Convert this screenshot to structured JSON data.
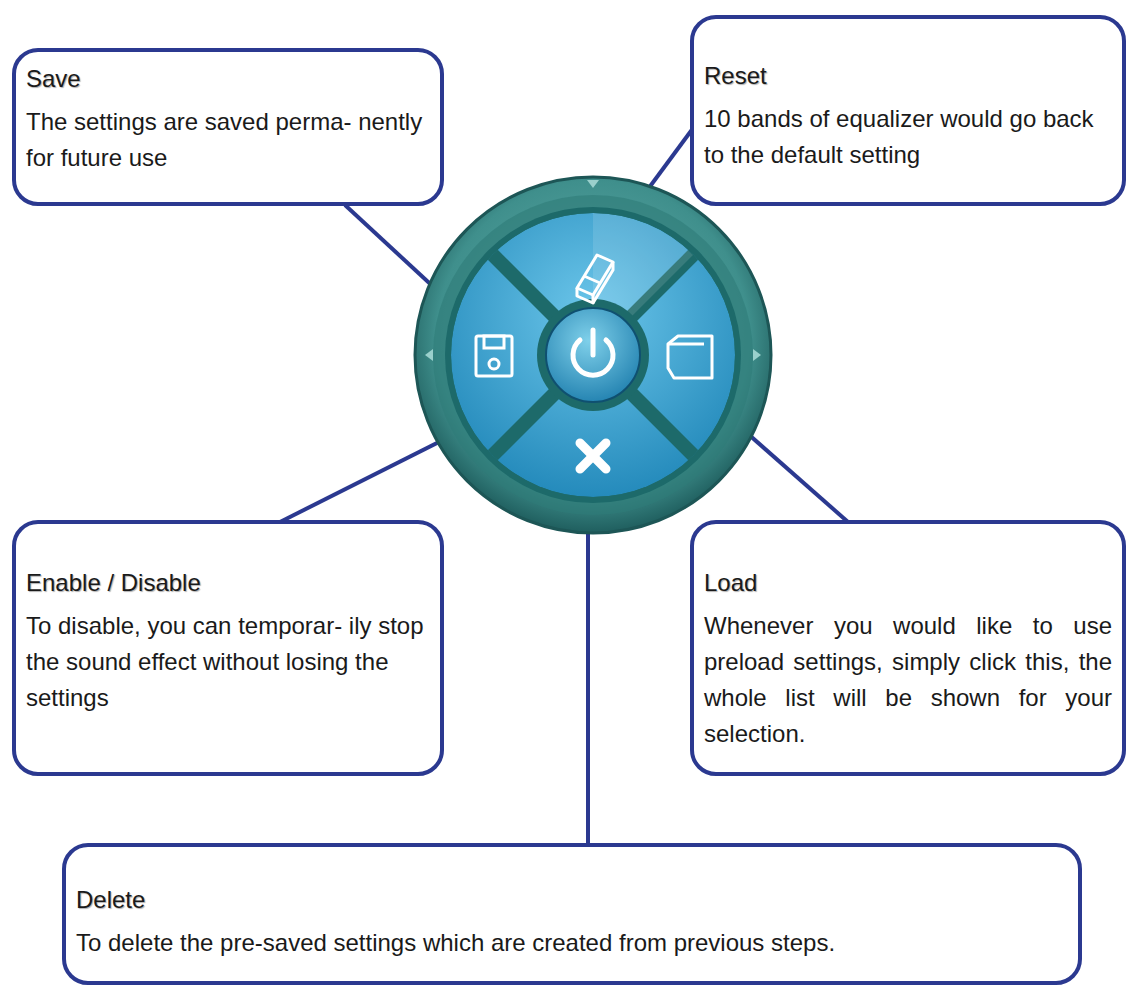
{
  "diagram": {
    "nodes": [
      {
        "text": [
          "Save",
          "The settings are saved perma- nently for future use"
        ]
      },
      {
        "text": [
          "Reset",
          "10 bands of equalizer would go back to the default setting"
        ]
      },
      {
        "text": [
          "Enable / Disable",
          "To disable, you can temporar- ily stop the sound effect without losing the settings"
        ]
      },
      {
        "text": [
          "Load",
          "Whenever you would like to use preload settings, simply click this, the whole list will be shown for your selection."
        ]
      },
      {
        "text": [
          "Delete",
          "To delete the pre-saved settings which are created from previous steps."
        ]
      }
    ]
  }
}
